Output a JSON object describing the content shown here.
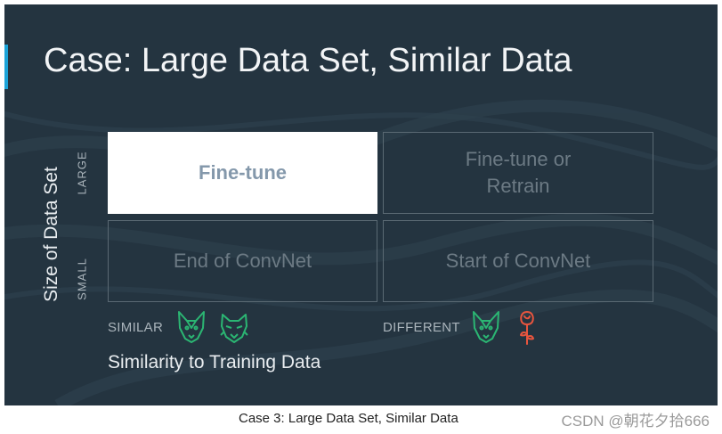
{
  "slide": {
    "title": "Case: Large Data Set, Similar Data",
    "y_axis_label": "Size of Data Set",
    "y_rows": [
      "LARGE",
      "SMALL"
    ],
    "x_ticks": [
      "SIMILAR",
      "DIFFERENT"
    ],
    "x_axis_label": "Similarity to Training Data",
    "cells": {
      "large_similar": "Fine-tune",
      "large_different_line1": "Fine-tune or",
      "large_different_line2": "Retrain",
      "small_similar": "End of ConvNet",
      "small_different": "Start of ConvNet"
    },
    "highlighted_cell": "large_similar",
    "icons": {
      "similar": [
        "dog-icon",
        "wolf-icon"
      ],
      "different": [
        "dog-icon",
        "rose-icon"
      ]
    },
    "colors": {
      "background": "#243440",
      "accent": "#1ba3d8",
      "highlight_fill": "#ffffff",
      "icon_green": "#2bb673",
      "icon_red": "#e8553e"
    }
  },
  "caption": "Case 3: Large Data Set, Similar Data",
  "watermark": "CSDN @朝花夕拾666"
}
